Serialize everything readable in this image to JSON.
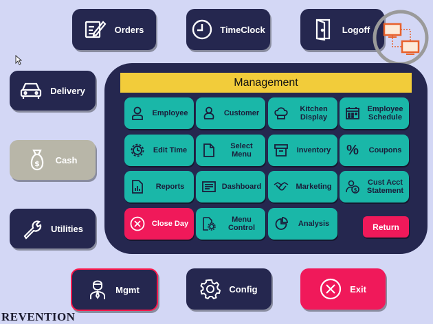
{
  "top_nav": {
    "orders": "Orders",
    "timeclock": "TimeClock",
    "logoff": "Logoff"
  },
  "side_nav": {
    "delivery": "Delivery",
    "cash": "Cash",
    "utilities": "Utilities"
  },
  "bottom_nav": {
    "mgmt": "Mgmt",
    "config": "Config",
    "exit": "Exit"
  },
  "management": {
    "title": "Management",
    "buttons": {
      "employee": "Employee",
      "customer": "Customer",
      "kitchen_display": "Kitchen Display",
      "employee_schedule": "Employee Schedule",
      "edit_time": "Edit Time",
      "select_menu": "Select Menu",
      "inventory": "Inventory",
      "coupons": "Coupons",
      "reports": "Reports",
      "dashboard": "Dashboard",
      "marketing": "Marketing",
      "cust_acct_statement": "Cust Acct Statement",
      "close_day": "Close Day",
      "menu_control": "Menu Control",
      "analysis": "Analysis"
    },
    "return": "Return"
  },
  "brand": {
    "logo": "REVENTION"
  },
  "colors": {
    "background": "#d3d7f5",
    "navy": "#25274f",
    "teal": "#1ab7a8",
    "accent_red": "#f0195a",
    "title_yellow": "#f2cc3a",
    "disabled_gray": "#b8b6a8"
  },
  "icons": {
    "orders": "notepad-pencil-icon",
    "timeclock": "clock-icon",
    "logoff": "door-icon",
    "delivery": "car-icon",
    "cash": "money-bag-icon",
    "utilities": "wrench-icon",
    "mgmt": "manager-icon",
    "config": "gear-icon",
    "exit": "close-circle-icon",
    "network": "network-icon"
  }
}
